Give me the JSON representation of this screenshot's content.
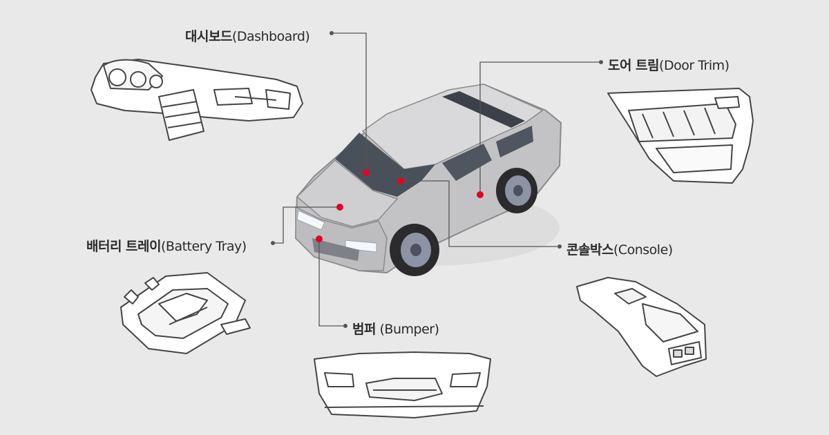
{
  "colors": {
    "background": "#e9e9e9",
    "leader_line": "#555555",
    "hotspot": "#e60023",
    "car_body": "#c9c9cb",
    "part_fill": "#ffffff",
    "part_stroke": "#444444"
  },
  "parts": {
    "dashboard": {
      "ko": "대시보드",
      "en": "(Dashboard)",
      "icon": "dashboard-illustration"
    },
    "door_trim": {
      "ko": "도어 트림",
      "en": "(Door Trim)",
      "icon": "door-trim-illustration"
    },
    "battery_tray": {
      "ko": "배터리 트레이",
      "en": "(Battery Tray)",
      "icon": "battery-tray-illustration"
    },
    "console": {
      "ko": "콘솔박스",
      "en": "(Console)",
      "icon": "console-box-illustration"
    },
    "bumper": {
      "ko": "범퍼",
      "en": " (Bumper)",
      "icon": "bumper-illustration"
    }
  }
}
